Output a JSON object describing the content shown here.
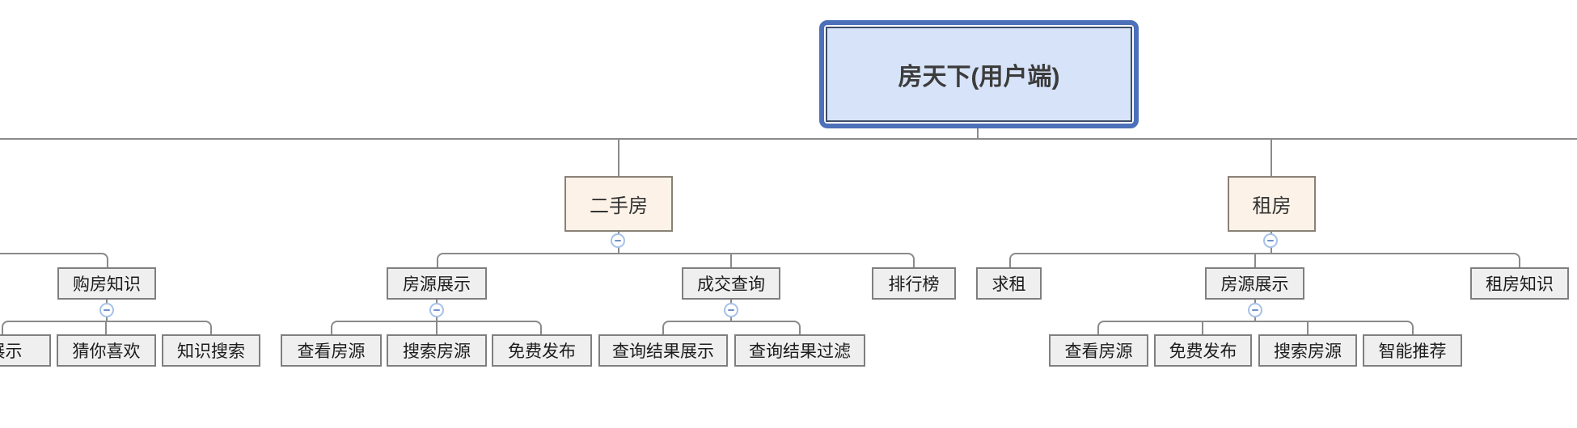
{
  "diagram": {
    "type": "mindmap-org-chart",
    "colors": {
      "background": "#ffffff",
      "connector": "#8a8a8a",
      "root_fill": "#d7e3f8",
      "root_border_outer": "#4d70ba",
      "root_border_inner": "#3f4e68",
      "branch_fill": "#fcf2e8",
      "branch_border": "#8a8176",
      "topic_fill": "#efefef",
      "topic_border": "#7f7f7f",
      "collapse_circle_border": "#a6c1e8",
      "collapse_minus": "#6f92cc"
    },
    "icons": {
      "collapse_toggle": "minus-circle"
    },
    "tree": {
      "root": {
        "label": "房天下(用户端)"
      },
      "offscreen_left": {
        "children": [
          {
            "label": "购房知识",
            "children": [
              {
                "label": "展示",
                "truncated": true
              },
              {
                "label": "猜你喜欢"
              },
              {
                "label": "知识搜索"
              }
            ]
          }
        ]
      },
      "branches": [
        {
          "label": "二手房",
          "children": [
            {
              "label": "房源展示",
              "children": [
                {
                  "label": "查看房源"
                },
                {
                  "label": "搜索房源"
                },
                {
                  "label": "免费发布"
                }
              ]
            },
            {
              "label": "成交查询",
              "children": [
                {
                  "label": "查询结果展示"
                },
                {
                  "label": "查询结果过滤"
                }
              ]
            },
            {
              "label": "排行榜",
              "children": []
            }
          ]
        },
        {
          "label": "租房",
          "children": [
            {
              "label": "求租",
              "children": []
            },
            {
              "label": "房源展示",
              "children": [
                {
                  "label": "查看房源"
                },
                {
                  "label": "免费发布"
                },
                {
                  "label": "搜索房源"
                },
                {
                  "label": "智能推荐"
                }
              ]
            },
            {
              "label": "租房知识",
              "children": []
            }
          ]
        }
      ]
    }
  }
}
